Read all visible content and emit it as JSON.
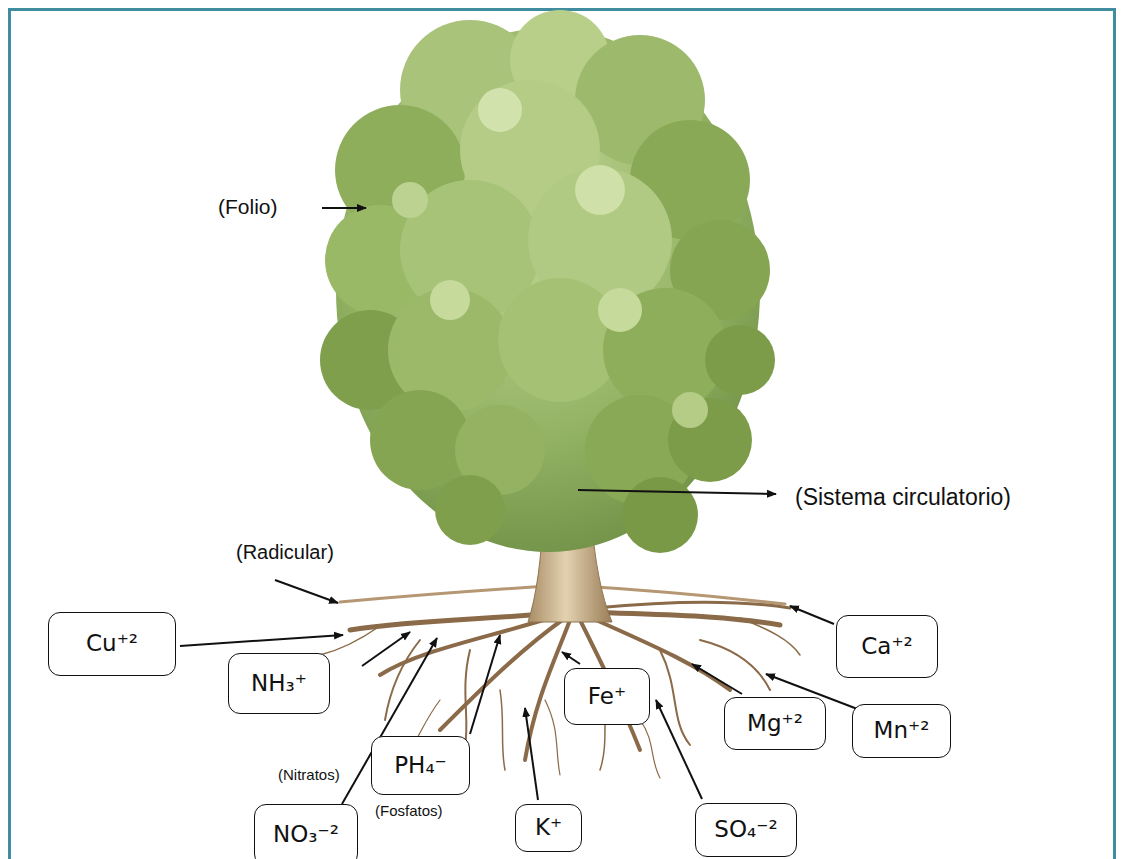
{
  "diagram": {
    "nodes": [
      {
        "text": [
          "Cu⁺²"
        ]
      },
      {
        "text": [
          "NH₃⁺"
        ]
      },
      {
        "text": [
          "NO₃⁻²"
        ]
      },
      {
        "text": [
          "PH₄⁻"
        ]
      },
      {
        "text": [
          "Fe⁺"
        ]
      },
      {
        "text": [
          "K⁺"
        ]
      },
      {
        "text": [
          "SO₄⁻²"
        ]
      },
      {
        "text": [
          "Mg⁺²"
        ]
      },
      {
        "text": [
          "Mn⁺²"
        ]
      },
      {
        "text": [
          "Ca⁺²"
        ]
      }
    ],
    "labels": [
      "(Folio)",
      "(Sistema circulatorio)",
      "(Radicular)",
      "(Nitratos)",
      "(Fosfatos)"
    ]
  }
}
